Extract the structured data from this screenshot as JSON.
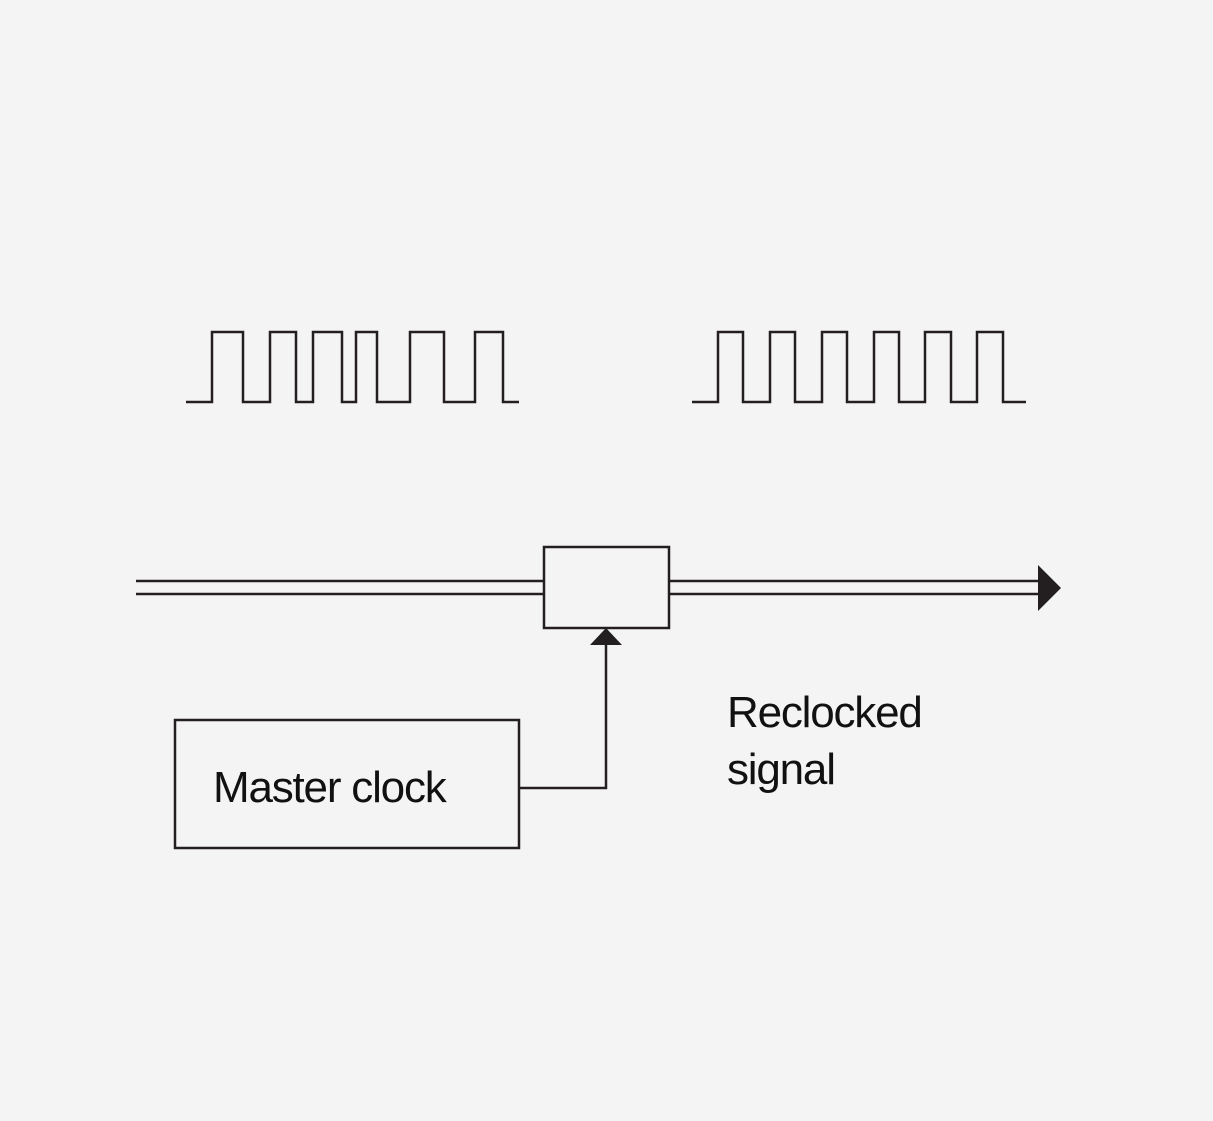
{
  "labels": {
    "master_clock": "Master clock",
    "reclocked_line1": "Reclocked",
    "reclocked_line2": "signal"
  },
  "colors": {
    "background": "#f4f4f4",
    "stroke": "#231f20",
    "text": "#111111"
  },
  "waveforms": {
    "input_pulse_count": 6,
    "output_pulse_count": 6
  }
}
